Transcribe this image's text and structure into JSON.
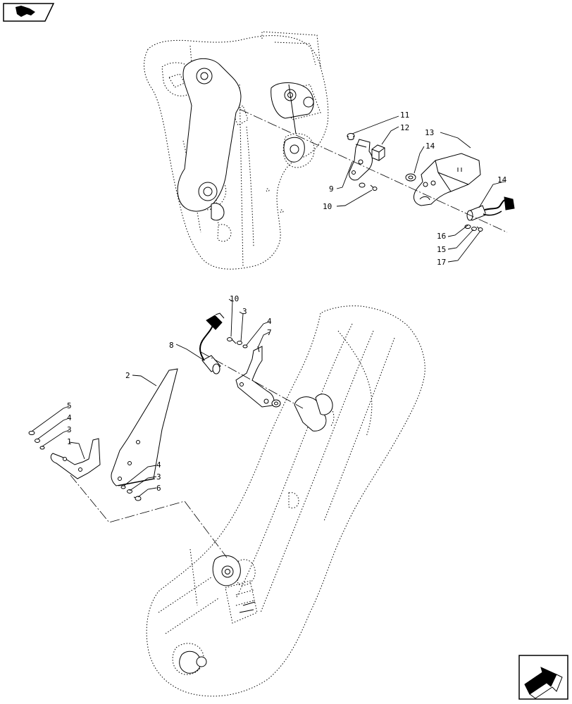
{
  "icons": {
    "top_left": "book-page-icon",
    "bottom_right": "next-page-arrow-icon"
  },
  "callouts": {
    "c11": "11",
    "c12": "12",
    "c13": "13",
    "c14a": "14",
    "c14b": "14",
    "c9": "9",
    "c10a": "10",
    "c16": "16",
    "c15": "15",
    "c17": "17",
    "c10b": "10",
    "c3a": "3",
    "c4a": "4",
    "c7": "7",
    "c8": "8",
    "c2": "2",
    "c5": "5",
    "c4b": "4",
    "c3b": "3",
    "c1": "1",
    "c4c": "4",
    "c3c": "3",
    "c6": "6"
  }
}
